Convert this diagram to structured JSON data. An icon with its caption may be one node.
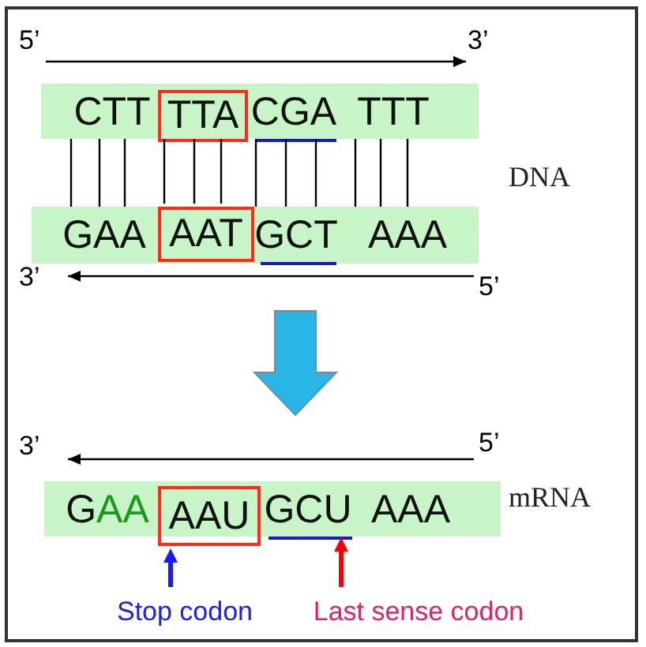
{
  "diagram": {
    "nodes": [
      {
        "text": [],
        "shape": "bar"
      },
      {
        "text": [
          "CTT"
        ],
        "in": 0
      },
      {
        "text": [
          "TTA"
        ],
        "in": 0
      },
      {
        "text": [
          "CGA"
        ],
        "in": 0
      },
      {
        "text": [
          "TTT"
        ],
        "in": 0
      },
      {
        "text": [],
        "shape": "bar"
      },
      {
        "text": [
          "GAA"
        ],
        "in": 5
      },
      {
        "text": [
          "AAT"
        ],
        "in": 5
      },
      {
        "text": [
          "GCT"
        ],
        "in": 5
      },
      {
        "text": [
          "AAA"
        ],
        "in": 5
      },
      {
        "text": [],
        "shape": "bar"
      },
      {
        "text": [
          "GAA"
        ],
        "in": 10
      },
      {
        "text": [
          "AAU"
        ],
        "in": 10
      },
      {
        "text": [
          "GCU"
        ],
        "in": 10
      },
      {
        "text": [
          "AAA"
        ],
        "in": 10
      },
      {
        "text": [
          "Stop codon"
        ]
      },
      {
        "text": [
          "Last sense codon"
        ]
      }
    ],
    "edges": [
      {
        "from": 1,
        "to": 6,
        "arrow": "none"
      },
      {
        "from": 1,
        "to": 6,
        "arrow": "none"
      },
      {
        "from": 1,
        "to": 6,
        "arrow": "none"
      },
      {
        "from": 2,
        "to": 7,
        "arrow": "none"
      },
      {
        "from": 2,
        "to": 7,
        "arrow": "none"
      },
      {
        "from": 2,
        "to": 7,
        "arrow": "none"
      },
      {
        "from": 3,
        "to": 8,
        "arrow": "none"
      },
      {
        "from": 3,
        "to": 8,
        "arrow": "none"
      },
      {
        "from": 3,
        "to": 8,
        "arrow": "none"
      },
      {
        "from": 4,
        "to": 9,
        "arrow": "none"
      },
      {
        "from": 4,
        "to": 9,
        "arrow": "none"
      },
      {
        "from": 4,
        "to": 9,
        "arrow": "none"
      },
      {
        "from": 5,
        "to": 10,
        "arrow": "to",
        "style": "thick",
        "color": "#29b6e6"
      },
      {
        "from": 15,
        "to": 12,
        "arrow": "to",
        "style": "thick",
        "color": "#1a1aff"
      },
      {
        "from": 16,
        "to": 13,
        "arrow": "to",
        "style": "thick",
        "color": "#ff0000"
      }
    ],
    "labels": [
      "5’",
      "3’",
      "DNA",
      "3’",
      "5’",
      "3’",
      "5’",
      "mRNA"
    ]
  }
}
